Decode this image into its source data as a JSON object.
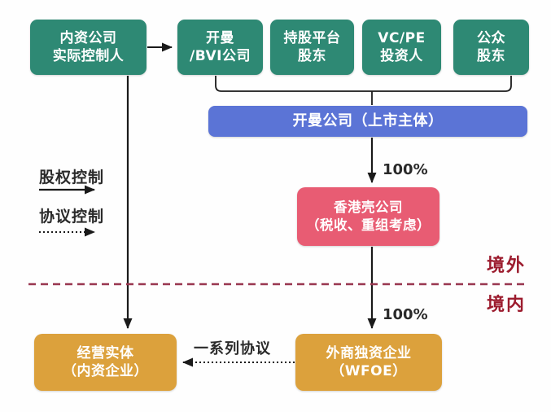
{
  "diagram": {
    "type": "flowchart",
    "description": "VIE red-chip listing structure diagram",
    "colors": {
      "green_box": "#2e8974",
      "blue_box": "#5b74d6",
      "pink_box": "#e85c73",
      "orange_box": "#dca13c",
      "region_text": "#9c1c2e",
      "divider_line": "#993750",
      "connector_line": "#1a1a1a"
    },
    "nodes": {
      "controller": {
        "line1": "内资公司",
        "line2": "实际控制人"
      },
      "cayman_bvi": {
        "line1": "开曼",
        "line2": "/BVI公司"
      },
      "holding_platform": {
        "line1": "持股平台",
        "line2": "股东"
      },
      "vc_pe": {
        "line1": "VC/PE",
        "line2": "投资人"
      },
      "public_shareholders": {
        "line1": "公众",
        "line2": "股东"
      },
      "listed_entity": {
        "label": "开曼公司（上市主体）"
      },
      "hk_shell": {
        "line1": "香港壳公司",
        "line2": "（税收、重组考虑）"
      },
      "operating_entity": {
        "line1": "经营实体",
        "line2": "（内资企业）"
      },
      "wfoe": {
        "line1": "外商独资企业",
        "line2": "（WFOE）"
      }
    },
    "edge_labels": {
      "pct_listed_to_hkshell": "100%",
      "pct_hkshell_to_wfoe": "100%",
      "agreements": "一系列协议"
    },
    "legend": {
      "equity_control": "股权控制",
      "contract_control": "协议控制"
    },
    "regions": {
      "offshore": "境外",
      "onshore": "境内"
    }
  }
}
